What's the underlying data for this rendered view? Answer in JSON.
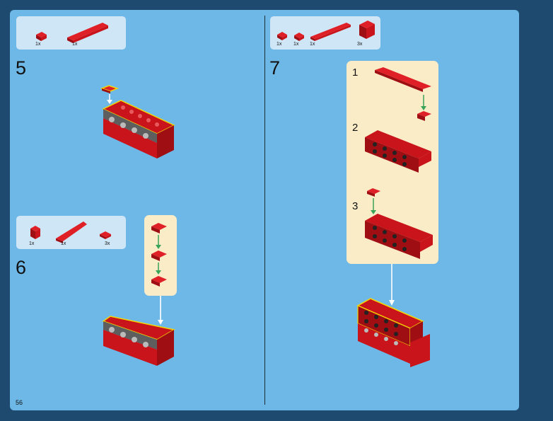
{
  "page_number": "56",
  "steps": [
    {
      "number": "5",
      "parts": [
        {
          "qty": "1x",
          "icon": "red-plate-1x2"
        },
        {
          "qty": "1x",
          "icon": "red-plate-1x6"
        }
      ]
    },
    {
      "number": "6",
      "parts": [
        {
          "qty": "1x",
          "icon": "red-brick-1x1"
        },
        {
          "qty": "1x",
          "icon": "red-wedge-plate"
        },
        {
          "qty": "3x",
          "icon": "red-clip-plate"
        }
      ]
    },
    {
      "number": "7",
      "parts": [
        {
          "qty": "1x",
          "icon": "red-plate-1x2"
        },
        {
          "qty": "1x",
          "icon": "red-plate-1x2"
        },
        {
          "qty": "1x",
          "icon": "red-plate-1x8"
        },
        {
          "qty": "3x",
          "icon": "red-bracket"
        }
      ],
      "substeps": [
        "1",
        "2",
        "3"
      ]
    }
  ],
  "colors": {
    "background": "#1d4a6e",
    "page": "#6db8e6",
    "parts_box": "#cfe6f7",
    "callout": "#fbecc8",
    "brick_red": "#c8141a",
    "arrow_green": "#3aa35a"
  }
}
